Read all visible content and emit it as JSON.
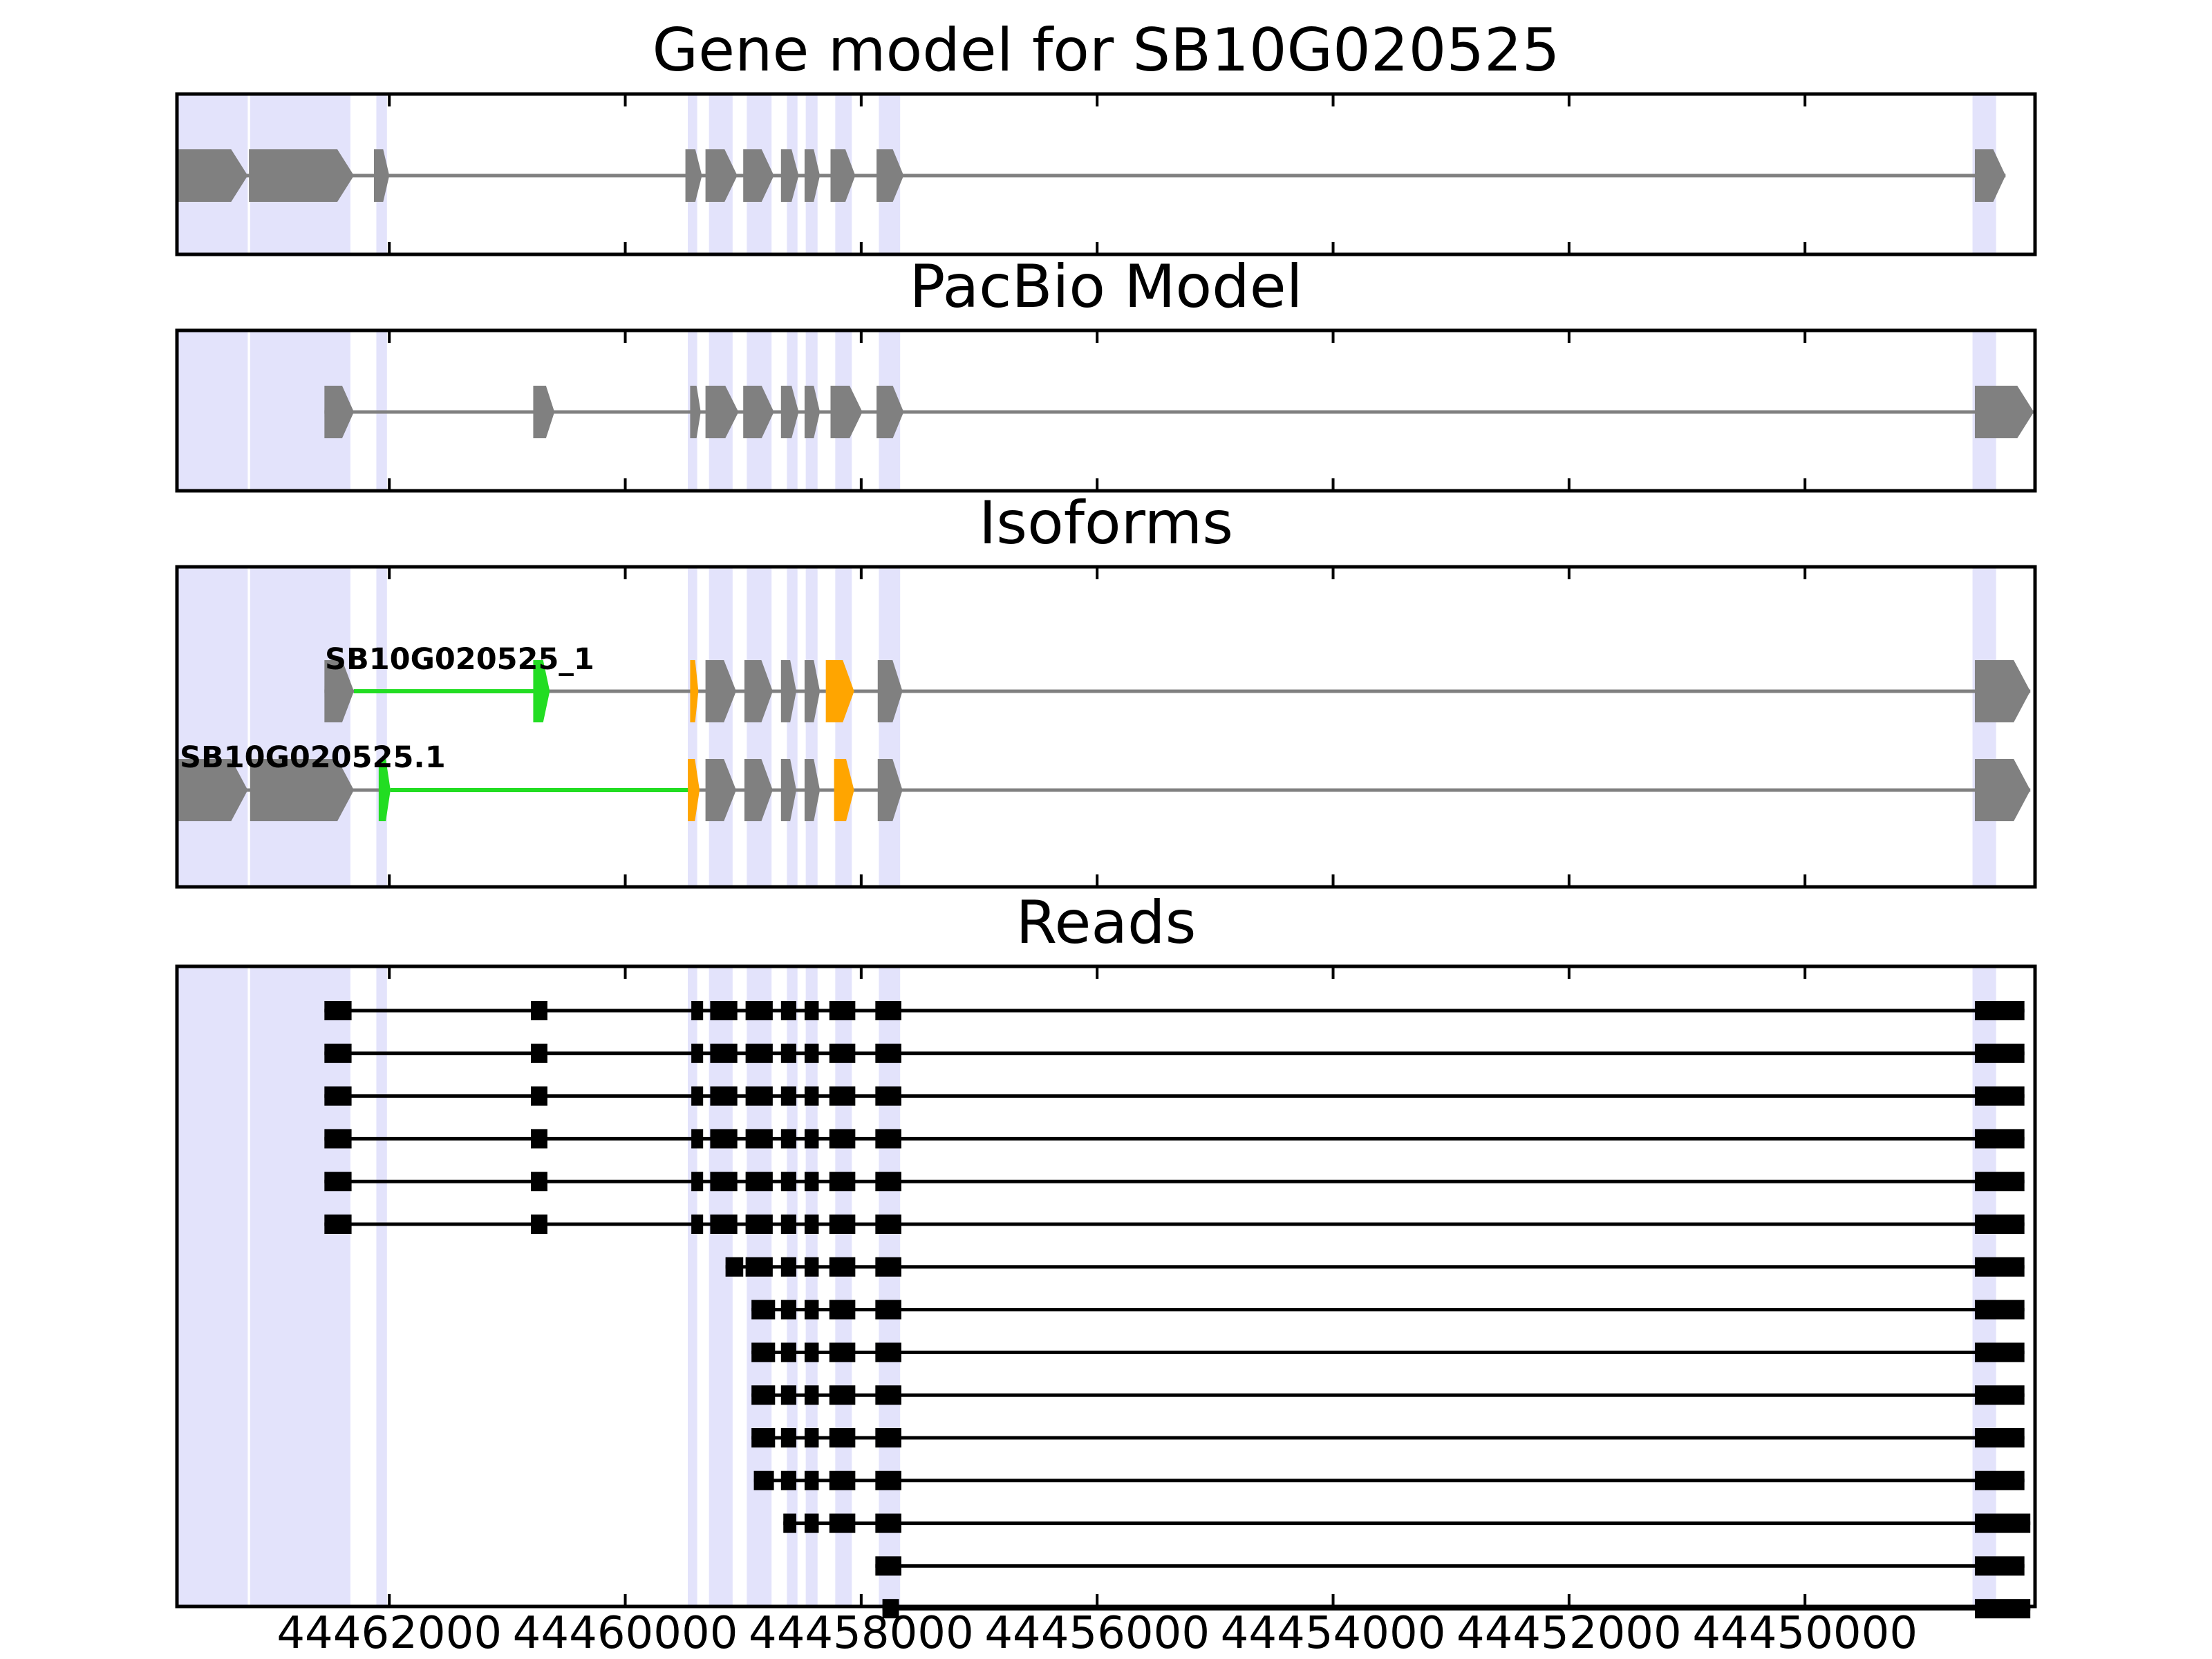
{
  "chart_data": {
    "type": "gene-track",
    "x_axis": {
      "tick_labels": [
        "44462000",
        "44460000",
        "44458000",
        "44456000",
        "44454000",
        "44452000",
        "44450000"
      ],
      "tick_values": [
        44462000,
        44460000,
        44458000,
        44456000,
        44454000,
        44452000,
        44450000
      ],
      "range": [
        44463800,
        44448050
      ],
      "reversed": true
    },
    "colors": {
      "exon": "#808080",
      "intron_line": "#808080",
      "highlight": "#e3e3fb",
      "novel_junction": "#22dd22",
      "alt_exon": "#ffa500",
      "read": "#000000",
      "frame": "#000000"
    },
    "highlight_regions": [
      [
        44463790,
        44463200
      ],
      [
        44463180,
        44462330
      ],
      [
        44462110,
        44462020
      ],
      [
        44459470,
        44459390
      ],
      [
        44459290,
        44459090
      ],
      [
        44458970,
        44458760
      ],
      [
        44458630,
        44458540
      ],
      [
        44458470,
        44458370
      ],
      [
        44458220,
        44458080
      ],
      [
        44457850,
        44457670
      ],
      [
        44448580,
        44448380
      ]
    ],
    "panels": [
      {
        "title": "Gene model for SB10G020525",
        "tracks": [
          {
            "label": "",
            "exons": [
              [
                44463800,
                44463200,
                "#808080"
              ],
              [
                44463190,
                44462300,
                "#808080"
              ],
              [
                44462130,
                44462000,
                "#808080"
              ],
              [
                44459490,
                44459350,
                "#808080"
              ],
              [
                44459320,
                44459050,
                "#808080"
              ],
              [
                44459000,
                44458740,
                "#808080"
              ],
              [
                44458680,
                44458530,
                "#808080"
              ],
              [
                44458480,
                44458350,
                "#808080"
              ],
              [
                44458260,
                44458050,
                "#808080"
              ],
              [
                44457870,
                44457640,
                "#808080"
              ],
              [
                44448560,
                44448300,
                "#808080"
              ]
            ],
            "junctions": []
          }
        ]
      },
      {
        "title": "PacBio Model",
        "tracks": [
          {
            "label": "",
            "exons": [
              [
                44462550,
                44462300,
                "#808080"
              ],
              [
                44460780,
                44460600,
                "#808080"
              ],
              [
                44459450,
                44459360,
                "#808080"
              ],
              [
                44459320,
                44459040,
                "#808080"
              ],
              [
                44459000,
                44458740,
                "#808080"
              ],
              [
                44458680,
                44458530,
                "#808080"
              ],
              [
                44458480,
                44458350,
                "#808080"
              ],
              [
                44458260,
                44457990,
                "#808080"
              ],
              [
                44457870,
                44457640,
                "#808080"
              ],
              [
                44448560,
                44448060,
                "#808080"
              ]
            ],
            "junctions": []
          }
        ]
      },
      {
        "title": "Isoforms",
        "tracks": [
          {
            "label": "SB10G020525_1",
            "exons": [
              [
                44462550,
                44462300,
                "#808080"
              ],
              [
                44460780,
                44460640,
                "#22dd22"
              ],
              [
                44459450,
                44459380,
                "#ffa500"
              ],
              [
                44459320,
                44459060,
                "#808080"
              ],
              [
                44458990,
                44458750,
                "#808080"
              ],
              [
                44458680,
                44458550,
                "#808080"
              ],
              [
                44458480,
                44458350,
                "#808080"
              ],
              [
                44458300,
                44458060,
                "#ffa500"
              ],
              [
                44457860,
                44457650,
                "#808080"
              ],
              [
                44448560,
                44448090,
                "#808080"
              ]
            ],
            "junctions": [
              [
                44462300,
                44460780,
                "#22dd22"
              ]
            ]
          },
          {
            "label": "SB10G020525.1",
            "exons": [
              [
                44463800,
                44463200,
                "#808080"
              ],
              [
                44463180,
                44462300,
                "#808080"
              ],
              [
                44462090,
                44461990,
                "#22dd22"
              ],
              [
                44459470,
                44459370,
                "#ffa500"
              ],
              [
                44459320,
                44459060,
                "#808080"
              ],
              [
                44458990,
                44458750,
                "#808080"
              ],
              [
                44458680,
                44458550,
                "#808080"
              ],
              [
                44458480,
                44458350,
                "#808080"
              ],
              [
                44458230,
                44458060,
                "#ffa500"
              ],
              [
                44457860,
                44457650,
                "#808080"
              ],
              [
                44448560,
                44448090,
                "#808080"
              ]
            ],
            "junctions": [
              [
                44461990,
                44459470,
                "#22dd22"
              ]
            ]
          }
        ]
      },
      {
        "title": "Reads",
        "reads": [
          [
            [
              44462550,
              44462320
            ],
            [
              44460800,
              44460660
            ],
            [
              44459440,
              44459340
            ],
            [
              44459280,
              44459050
            ],
            [
              44458980,
              44458750
            ],
            [
              44458680,
              44458550
            ],
            [
              44458480,
              44458360
            ],
            [
              44458270,
              44458050
            ],
            [
              44457880,
              44457660
            ],
            [
              44448560,
              44448140
            ]
          ],
          [
            [
              44462550,
              44462320
            ],
            [
              44460800,
              44460660
            ],
            [
              44459440,
              44459340
            ],
            [
              44459280,
              44459050
            ],
            [
              44458980,
              44458750
            ],
            [
              44458680,
              44458550
            ],
            [
              44458480,
              44458360
            ],
            [
              44458270,
              44458050
            ],
            [
              44457880,
              44457660
            ],
            [
              44448560,
              44448140
            ]
          ],
          [
            [
              44462550,
              44462320
            ],
            [
              44460800,
              44460660
            ],
            [
              44459440,
              44459340
            ],
            [
              44459280,
              44459050
            ],
            [
              44458980,
              44458750
            ],
            [
              44458680,
              44458550
            ],
            [
              44458480,
              44458360
            ],
            [
              44458270,
              44458050
            ],
            [
              44457880,
              44457660
            ],
            [
              44448560,
              44448140
            ]
          ],
          [
            [
              44462550,
              44462320
            ],
            [
              44460800,
              44460660
            ],
            [
              44459440,
              44459340
            ],
            [
              44459280,
              44459050
            ],
            [
              44458980,
              44458750
            ],
            [
              44458680,
              44458550
            ],
            [
              44458480,
              44458360
            ],
            [
              44458270,
              44458050
            ],
            [
              44457880,
              44457660
            ],
            [
              44448560,
              44448140
            ]
          ],
          [
            [
              44462550,
              44462320
            ],
            [
              44460800,
              44460660
            ],
            [
              44459440,
              44459340
            ],
            [
              44459280,
              44459050
            ],
            [
              44458980,
              44458750
            ],
            [
              44458680,
              44458550
            ],
            [
              44458480,
              44458360
            ],
            [
              44458270,
              44458050
            ],
            [
              44457880,
              44457660
            ],
            [
              44448560,
              44448140
            ]
          ],
          [
            [
              44462550,
              44462320
            ],
            [
              44460800,
              44460660
            ],
            [
              44459440,
              44459340
            ],
            [
              44459280,
              44459050
            ],
            [
              44458980,
              44458750
            ],
            [
              44458680,
              44458550
            ],
            [
              44458480,
              44458360
            ],
            [
              44458270,
              44458050
            ],
            [
              44457880,
              44457660
            ],
            [
              44448560,
              44448140
            ]
          ],
          [
            [
              44459150,
              44459000
            ],
            [
              44458980,
              44458750
            ],
            [
              44458680,
              44458550
            ],
            [
              44458480,
              44458360
            ],
            [
              44458270,
              44458050
            ],
            [
              44457880,
              44457660
            ],
            [
              44448560,
              44448140
            ]
          ],
          [
            [
              44458930,
              44458730
            ],
            [
              44458680,
              44458550
            ],
            [
              44458480,
              44458360
            ],
            [
              44458270,
              44458050
            ],
            [
              44457880,
              44457660
            ],
            [
              44448560,
              44448140
            ]
          ],
          [
            [
              44458930,
              44458730
            ],
            [
              44458680,
              44458550
            ],
            [
              44458480,
              44458360
            ],
            [
              44458270,
              44458050
            ],
            [
              44457880,
              44457660
            ],
            [
              44448560,
              44448140
            ]
          ],
          [
            [
              44458930,
              44458730
            ],
            [
              44458680,
              44458550
            ],
            [
              44458480,
              44458360
            ],
            [
              44458270,
              44458050
            ],
            [
              44457880,
              44457660
            ],
            [
              44448560,
              44448140
            ]
          ],
          [
            [
              44458930,
              44458730
            ],
            [
              44458680,
              44458550
            ],
            [
              44458480,
              44458360
            ],
            [
              44458270,
              44458050
            ],
            [
              44457880,
              44457660
            ],
            [
              44448560,
              44448140
            ]
          ],
          [
            [
              44458910,
              44458740
            ],
            [
              44458680,
              44458550
            ],
            [
              44458480,
              44458360
            ],
            [
              44458270,
              44458050
            ],
            [
              44457880,
              44457660
            ],
            [
              44448560,
              44448140
            ]
          ],
          [
            [
              44458660,
              44458550
            ],
            [
              44458480,
              44458360
            ],
            [
              44458270,
              44458050
            ],
            [
              44457880,
              44457660
            ],
            [
              44448560,
              44448090
            ]
          ],
          [
            [
              44457880,
              44457660
            ],
            [
              44448560,
              44448140
            ]
          ],
          [
            [
              44457820,
              44457680
            ],
            [
              44448560,
              44448090
            ]
          ]
        ]
      }
    ]
  }
}
